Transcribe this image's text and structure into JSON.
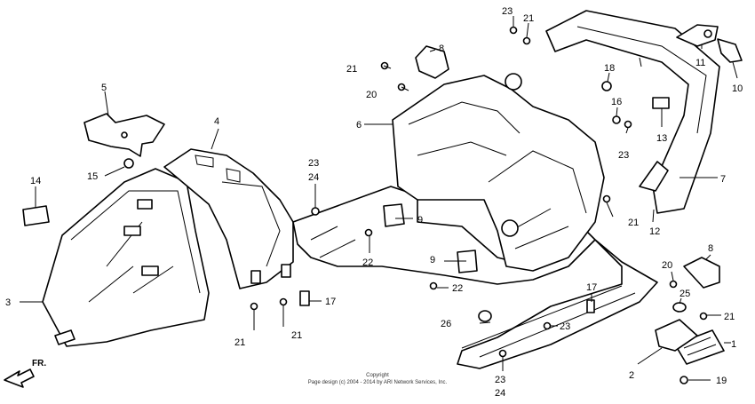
{
  "callouts": [
    {
      "id": "c1",
      "text": "1"
    },
    {
      "id": "c2",
      "text": "2"
    },
    {
      "id": "c3",
      "text": "3"
    },
    {
      "id": "c4",
      "text": "4"
    },
    {
      "id": "c5",
      "text": "5"
    },
    {
      "id": "c6",
      "text": "6"
    },
    {
      "id": "c7",
      "text": "7"
    },
    {
      "id": "c8a",
      "text": "8"
    },
    {
      "id": "c8b",
      "text": "8"
    },
    {
      "id": "c9a",
      "text": "9"
    },
    {
      "id": "c9b",
      "text": "9"
    },
    {
      "id": "c10",
      "text": "10"
    },
    {
      "id": "c11",
      "text": "11"
    },
    {
      "id": "c12",
      "text": "12"
    },
    {
      "id": "c13",
      "text": "13"
    },
    {
      "id": "c14",
      "text": "14"
    },
    {
      "id": "c15",
      "text": "15"
    },
    {
      "id": "c16",
      "text": "16"
    },
    {
      "id": "c17a",
      "text": "17"
    },
    {
      "id": "c17b",
      "text": "17"
    },
    {
      "id": "c18",
      "text": "18"
    },
    {
      "id": "c19",
      "text": "19"
    },
    {
      "id": "c20a",
      "text": "20"
    },
    {
      "id": "c20b",
      "text": "20"
    },
    {
      "id": "c21a",
      "text": "21"
    },
    {
      "id": "c21b",
      "text": "21"
    },
    {
      "id": "c21c",
      "text": "21"
    },
    {
      "id": "c21d",
      "text": "21"
    },
    {
      "id": "c21e",
      "text": "21"
    },
    {
      "id": "c21f",
      "text": "21"
    },
    {
      "id": "c22a",
      "text": "22"
    },
    {
      "id": "c22b",
      "text": "22"
    },
    {
      "id": "c23a",
      "text": "23"
    },
    {
      "id": "c23b",
      "text": "23"
    },
    {
      "id": "c23c",
      "text": "23"
    },
    {
      "id": "c23d",
      "text": "23"
    },
    {
      "id": "c23e",
      "text": "23"
    },
    {
      "id": "c24a",
      "text": "24"
    },
    {
      "id": "c24b",
      "text": "24"
    },
    {
      "id": "c25",
      "text": "25"
    },
    {
      "id": "c26",
      "text": "26"
    }
  ],
  "front_marker": "FR.",
  "copyright": {
    "line1": "Copyright",
    "line2": "Page design (c) 2004 - 2014 by ARI Network Services, Inc."
  }
}
